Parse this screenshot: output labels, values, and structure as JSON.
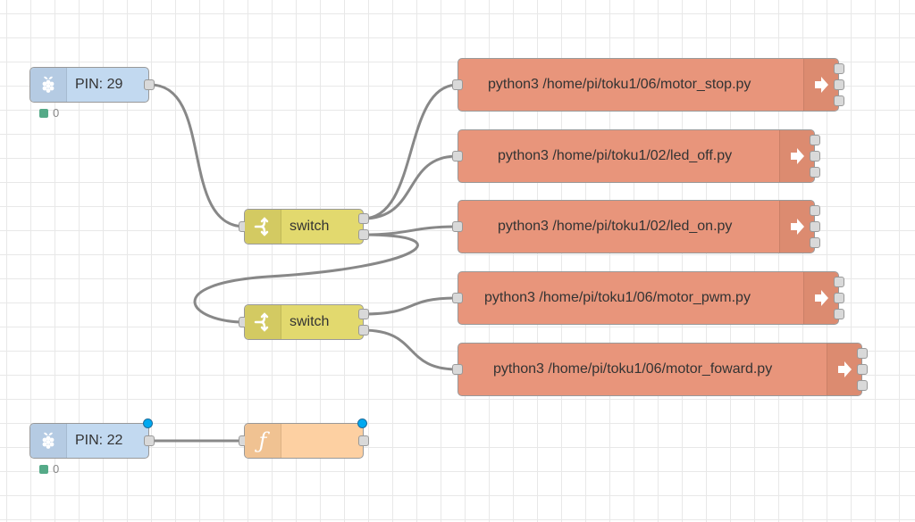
{
  "nodes": {
    "gpio1": {
      "label": "PIN: 29",
      "status": "0",
      "icon": "raspberry-pi-icon"
    },
    "gpio2": {
      "label": "PIN: 22",
      "status": "0",
      "icon": "raspberry-pi-icon"
    },
    "switch1": {
      "label": "switch",
      "icon": "switch-icon"
    },
    "switch2": {
      "label": "switch",
      "icon": "switch-icon"
    },
    "function1": {
      "label": "",
      "icon": "function-icon"
    },
    "exec": [
      {
        "label": "python3 /home/pi/toku1/06/motor_stop.py"
      },
      {
        "label": "python3 /home/pi/toku1/02/led_off.py"
      },
      {
        "label": "python3 /home/pi/toku1/02/led_on.py"
      },
      {
        "label": "python3 /home/pi/toku1/06/motor_pwm.py"
      },
      {
        "label": "python3 /home/pi/toku1/06/motor_foward.py"
      }
    ]
  },
  "colors": {
    "gpio": "#c2d9f0",
    "switch": "#e2d96e",
    "exec": "#e8957b",
    "function": "#fdd0a2",
    "wire": "#888888",
    "status_ok": "#55aa88",
    "changed_badge": "#00a9f0"
  }
}
